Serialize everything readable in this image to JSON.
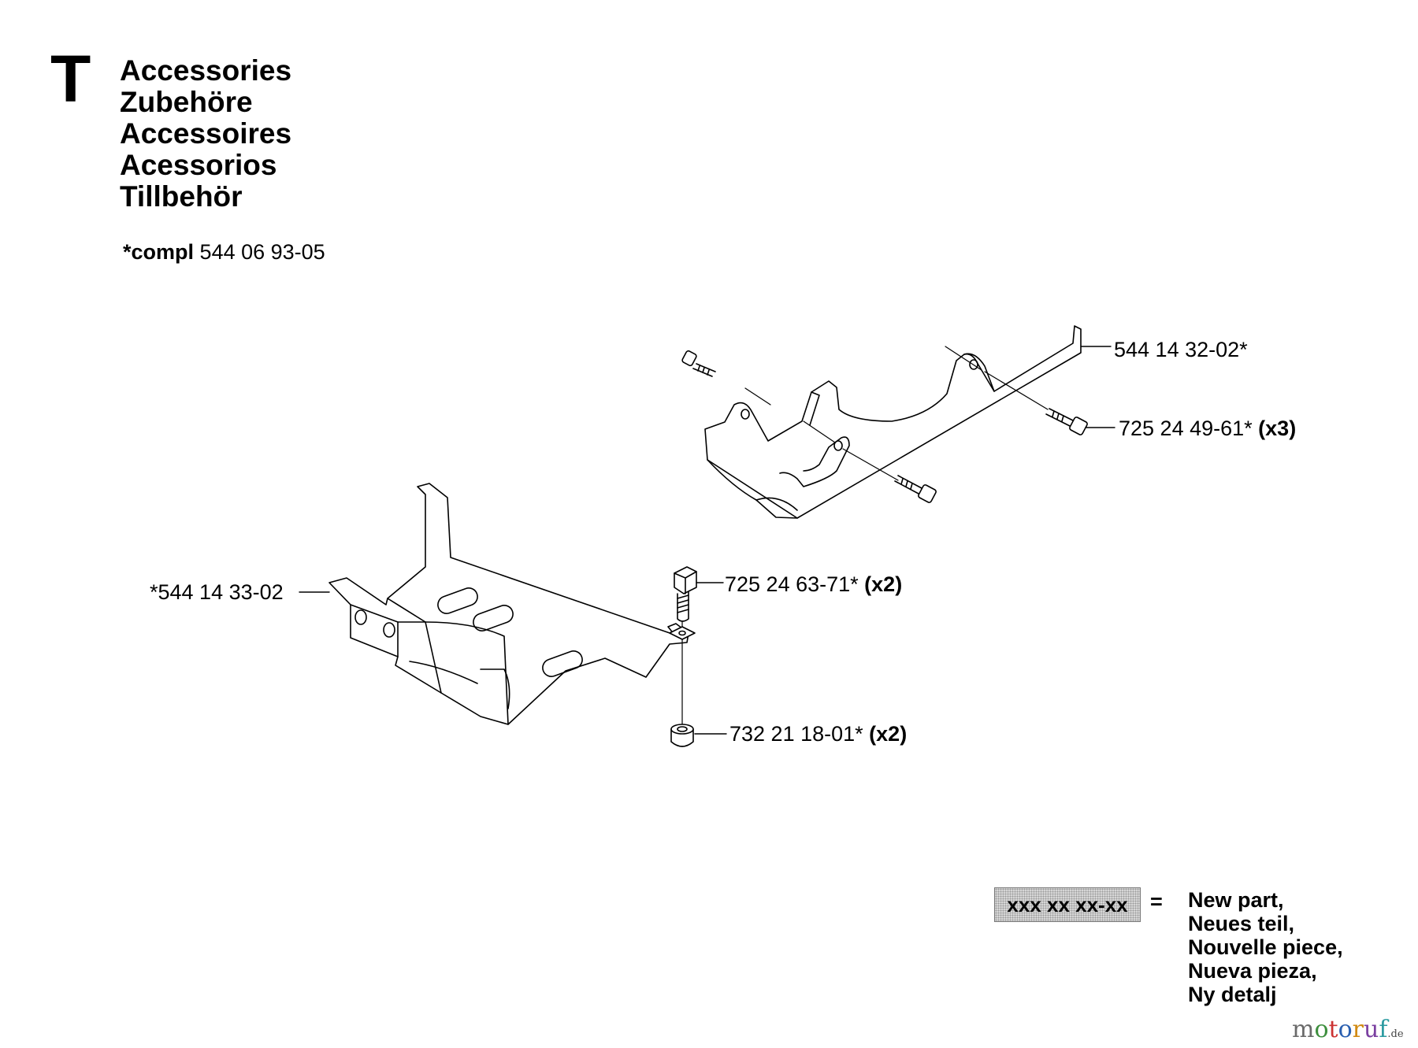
{
  "header": {
    "section_letter": "T",
    "titles": [
      "Accessories",
      "Zubehöre",
      "Accessoires",
      "Acessorios",
      "Tillbehör"
    ]
  },
  "compl": {
    "label": "*compl",
    "part_number": "544 06 93-05"
  },
  "callouts": [
    {
      "part": "544 14 32-02*",
      "qty": ""
    },
    {
      "part": "725 24 49-61*",
      "qty": "(x3)"
    },
    {
      "part": "725 24 63-71*",
      "qty": "(x2)"
    },
    {
      "part": "732 21 18-01*",
      "qty": "(x2)"
    },
    {
      "part": "*544 14 33-02",
      "qty": ""
    }
  ],
  "legend": {
    "code": "xxx xx xx-xx",
    "equals": "=",
    "lines": [
      "New part,",
      "Neues teil,",
      "Nouvelle piece,",
      "Nueva pieza,",
      "Ny detalj"
    ]
  },
  "watermark": {
    "letters": [
      "m",
      "o",
      "t",
      "o",
      "r",
      "u",
      "f"
    ],
    "colors": [
      "#6a6a6a",
      "#3e8f3e",
      "#c33",
      "#2a5fb0",
      "#d18a12",
      "#7a3fa0",
      "#2a9aa0"
    ],
    "suffix": ".de"
  }
}
